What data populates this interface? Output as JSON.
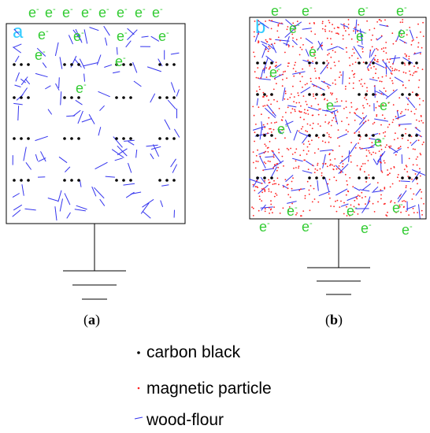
{
  "colors": {
    "electron": "#33cc33",
    "panel_label": "#33ccff",
    "carbon_black": "#000000",
    "magnetic_particle": "#ff2020",
    "wood_flour": "#3333ee",
    "outline": "#000000"
  },
  "electron": {
    "base": "e",
    "sup": "-"
  },
  "panels": [
    {
      "letter": "a",
      "caption_open": "(",
      "caption_letter": "a",
      "caption_close": ")"
    },
    {
      "letter": "b",
      "caption_open": "(",
      "caption_letter": "b",
      "caption_close": ")"
    }
  ],
  "legend": [
    {
      "marker": "dot",
      "label": "carbon black"
    },
    {
      "marker": "small-dot",
      "label": "magnetic particle"
    },
    {
      "marker": "dash",
      "label": "wood-flour"
    }
  ]
}
